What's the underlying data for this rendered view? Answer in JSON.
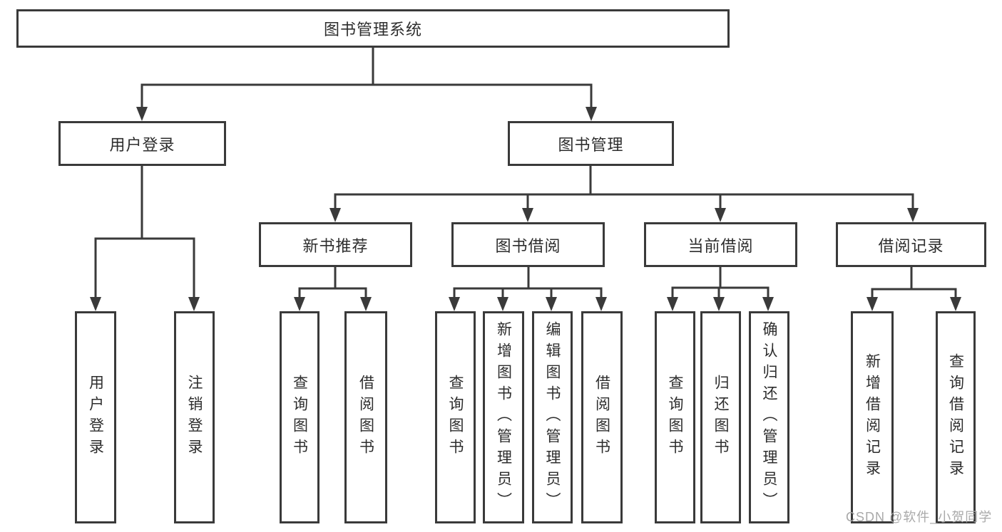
{
  "diagram": {
    "root": {
      "label": "图书管理系统"
    },
    "level1": [
      {
        "id": "user-login",
        "label": "用户登录",
        "children": [
          "用户登录",
          "注销登录"
        ]
      },
      {
        "id": "book-management",
        "label": "图书管理"
      }
    ],
    "level2": [
      {
        "id": "new-book-recommend",
        "label": "新书推荐",
        "children": [
          "查询图书",
          "借阅图书"
        ]
      },
      {
        "id": "book-borrow",
        "label": "图书借阅",
        "children": [
          "查询图书",
          "新增图书（管理员）",
          "编辑图书（管理员）",
          "借阅图书"
        ]
      },
      {
        "id": "current-borrow",
        "label": "当前借阅",
        "children": [
          "查询图书",
          "归还图书",
          "确认归还（管理员）"
        ]
      },
      {
        "id": "borrow-records",
        "label": "借阅记录",
        "children": [
          "新增借阅记录",
          "查询借阅记录"
        ]
      }
    ]
  },
  "colors": {
    "line": "#3a3a3a",
    "text": "#2d2d2d",
    "watermark": "#a9a9a9",
    "background": "#ffffff"
  },
  "watermark": {
    "text": "CSDN @软件_小贺同学"
  }
}
